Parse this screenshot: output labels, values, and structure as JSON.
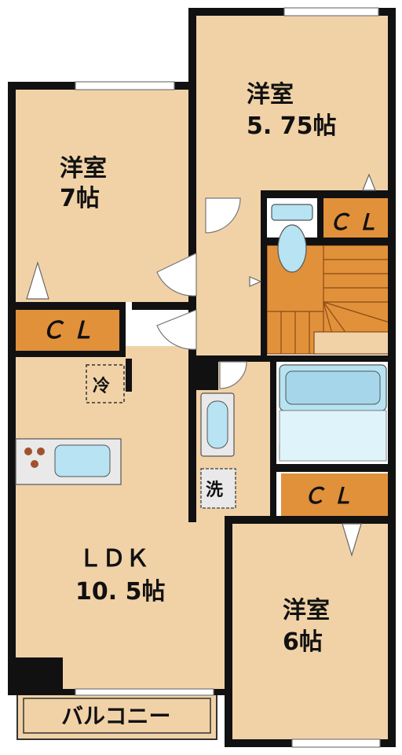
{
  "rooms": {
    "bedroom_upper_left": {
      "name": "洋室",
      "size": "7帖"
    },
    "bedroom_upper_right": {
      "name": "洋室",
      "size": "5. 75帖"
    },
    "bedroom_lower_right": {
      "name": "洋室",
      "size": "6帖"
    },
    "ldk": {
      "name": "ＬＤＫ",
      "size": "10. 5帖"
    }
  },
  "closets": {
    "left": "ＣＬ",
    "upper_right": "ＣＬ",
    "lower_right": "ＣＬ"
  },
  "fixtures": {
    "refrigerator": "冷",
    "washer": "洗"
  },
  "balcony": {
    "label": "バルコニー"
  },
  "colors": {
    "room": "#f1d2a7",
    "closet": "#e1913a",
    "wall": "#111111",
    "fixture": "#b7e3f2"
  }
}
